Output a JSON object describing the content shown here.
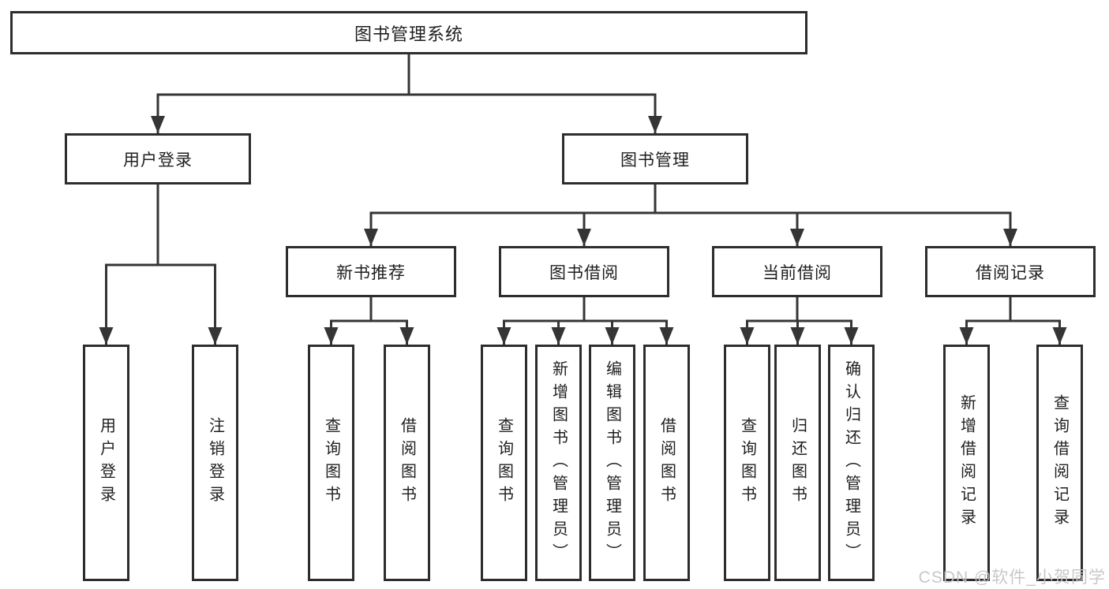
{
  "colors": {
    "background": "#ffffff",
    "box_border": "#2d2d2d",
    "connector_line": "#353535",
    "text": "#1f1f1f",
    "watermark_text": "#c5c5c7"
  },
  "tree": {
    "root": {
      "id": "library-management-system",
      "label": "图书管理系统"
    },
    "level2": [
      {
        "id": "user-login",
        "label": "用户登录",
        "parent": "library-management-system"
      },
      {
        "id": "book-management",
        "label": "图书管理",
        "parent": "library-management-system"
      }
    ],
    "level3": [
      {
        "id": "new-book-recommend",
        "label": "新书推荐",
        "parent": "book-management"
      },
      {
        "id": "book-borrow",
        "label": "图书借阅",
        "parent": "book-management"
      },
      {
        "id": "current-borrow",
        "label": "当前借阅",
        "parent": "book-management"
      },
      {
        "id": "borrow-records",
        "label": "借阅记录",
        "parent": "book-management"
      }
    ],
    "leaves": {
      "user_login": [
        {
          "label": "用户登录"
        },
        {
          "label": "注销登录"
        }
      ],
      "new_book_recommend": [
        {
          "label": "查询图书"
        },
        {
          "label": "借阅图书"
        }
      ],
      "book_borrow": [
        {
          "label": "查询图书"
        },
        {
          "label": "新增图书（管理员）"
        },
        {
          "label": "编辑图书（管理员）"
        },
        {
          "label": "借阅图书"
        }
      ],
      "current_borrow": [
        {
          "label": "查询图书"
        },
        {
          "label": "归还图书"
        },
        {
          "label": "确认归还（管理员）"
        }
      ],
      "borrow_records": [
        {
          "label": "新增借阅记录"
        },
        {
          "label": "查询借阅记录"
        }
      ]
    }
  },
  "watermark": {
    "text": "CSDN @软件_小贺同学"
  }
}
